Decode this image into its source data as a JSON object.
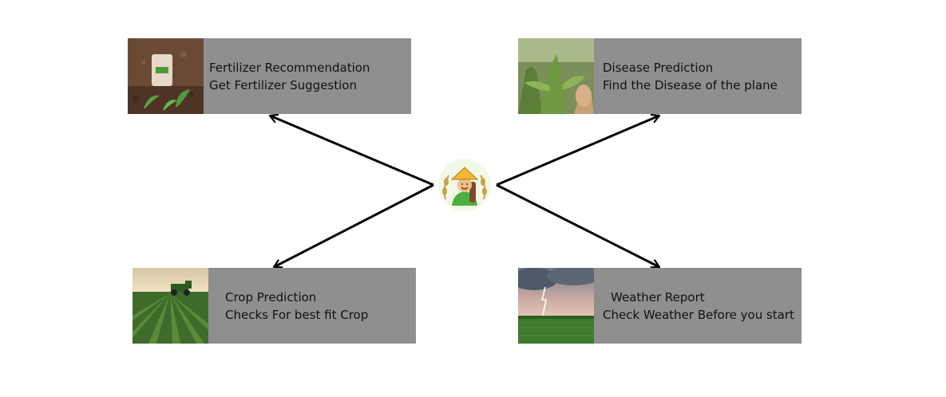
{
  "cards": {
    "fertilizer": {
      "title": "Fertilizer Recommendation",
      "subtitle": "Get Fertilizer Suggestion",
      "image": "fertilizer-bag-seedling"
    },
    "disease": {
      "title": "Disease Prediction",
      "subtitle": "Find the Disease of the plane",
      "image": "plant-leaf-hand"
    },
    "crop": {
      "title": "Crop Prediction",
      "subtitle": "Checks For best fit Crop",
      "image": "tractor-field"
    },
    "weather": {
      "title": "Weather Report",
      "subtitle": "Check Weather Before you start",
      "image": "lightning-field"
    }
  },
  "center": {
    "icon": "farmer-icon"
  },
  "colors": {
    "card_bg": "#8f8f8f",
    "arrow": "#000000",
    "text": "#111111"
  }
}
